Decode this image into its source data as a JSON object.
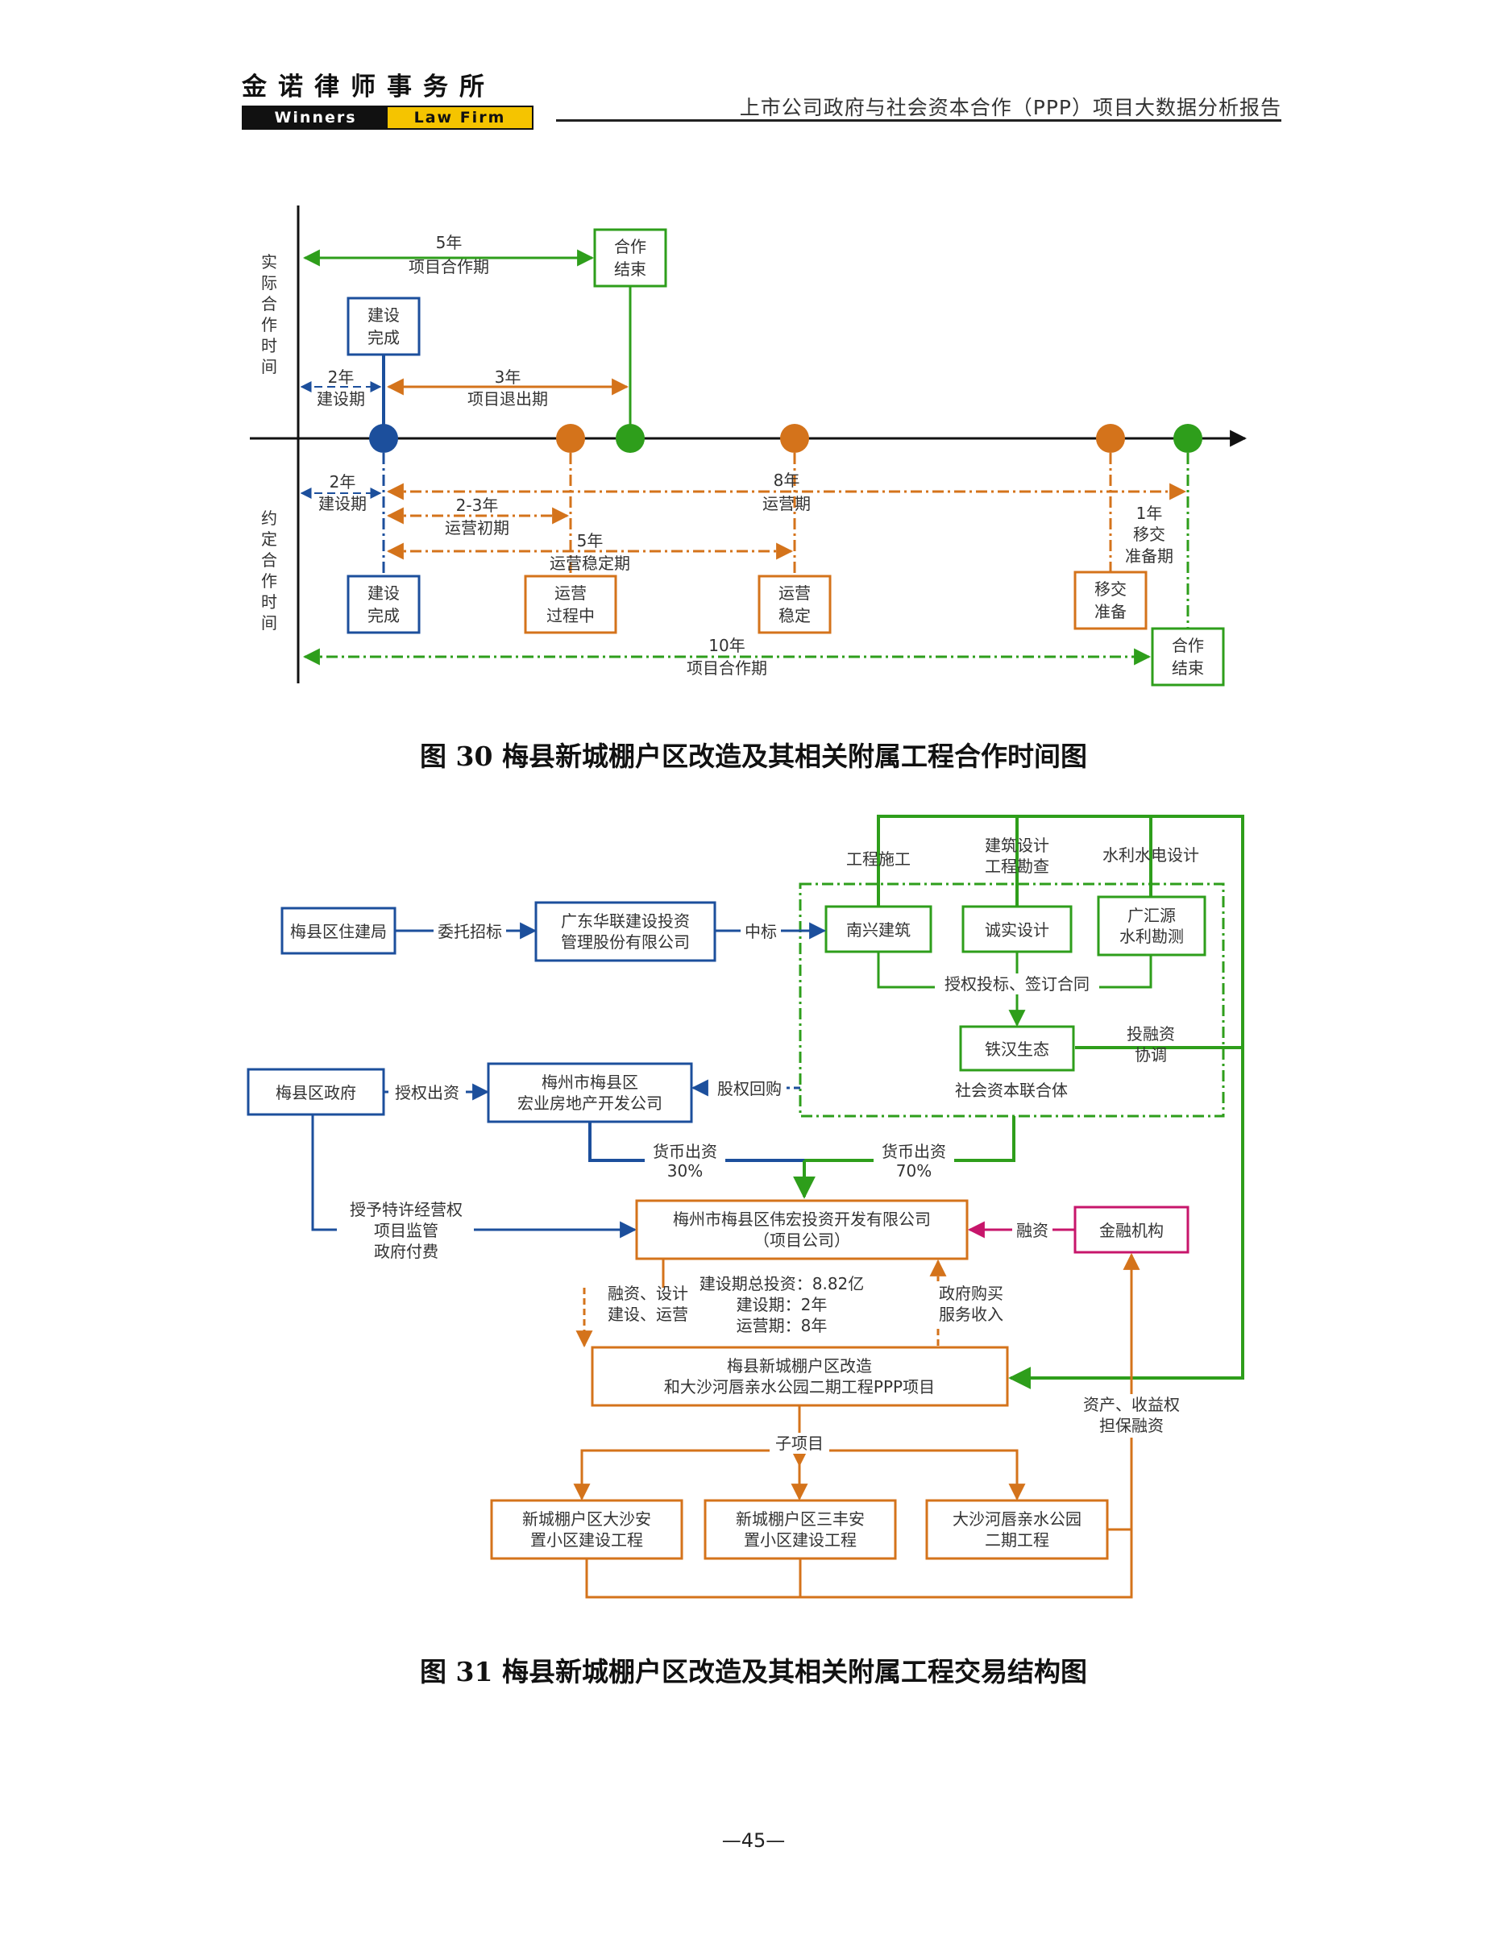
{
  "header": {
    "logo_cn": "金诺律师事务所",
    "logo_en_left": "Winners",
    "logo_en_right": "Law Firm",
    "title": "上市公司政府与社会资本合作（PPP）项目大数据分析报告"
  },
  "colors": {
    "green": "#2e9e1b",
    "orange": "#d4731b",
    "blue": "#1c4f9c",
    "magenta": "#c7166b",
    "black": "#111111"
  },
  "figure30": {
    "caption": "图 30  梅县新城棚户区改造及其相关附属工程合作时间图",
    "axis_upper": "实际合作时间",
    "axis_lower": "约定合作时间",
    "upper": {
      "coop5_a": "5年",
      "coop5_b": "项目合作期",
      "coop_end_a": "合作",
      "coop_end_b": "结束",
      "build_done_a": "建设",
      "build_done_b": "完成",
      "build2_a": "2年",
      "build2_b": "建设期",
      "exit3_a": "3年",
      "exit3_b": "项目退出期"
    },
    "lower": {
      "build2_a": "2年",
      "build2_b": "建设期",
      "op8_a": "8年",
      "op8_b": "运营期",
      "early_a": "2-3年",
      "early_b": "运营初期",
      "stable5_a": "5年",
      "stable5_b": "运营稳定期",
      "transfer1_a": "1年",
      "transfer1_b": "移交",
      "transfer1_c": "准备期",
      "box_build_a": "建设",
      "box_build_b": "完成",
      "box_process_a": "运营",
      "box_process_b": "过程中",
      "box_stable_a": "运营",
      "box_stable_b": "稳定",
      "box_transfer_a": "移交",
      "box_transfer_b": "准备",
      "box_end_a": "合作",
      "box_end_b": "结束",
      "coop10_a": "10年",
      "coop10_b": "项目合作期"
    }
  },
  "figure31": {
    "caption": "图 31  梅县新城棚户区改造及其相关附属工程交易结构图",
    "nodes": {
      "housing_bureau": "梅县区住建局",
      "huanlian_a": "广东华联建设投资",
      "huanlian_b": "管理股份有限公司",
      "nanxing": "南兴建筑",
      "chengshi": "诚实设计",
      "guanghui_a": "广汇源",
      "guanghui_b": "水利勘测",
      "tiehan": "铁汉生态",
      "consortium": "社会资本联合体",
      "gov": "梅县区政府",
      "hongye_a": "梅州市梅县区",
      "hongye_b": "宏业房地产开发公司",
      "company_a": "梅州市梅县区伟宏投资开发有限公司",
      "company_b": "（项目公司）",
      "finance": "金融机构",
      "project_a": "梅县新城棚户区改造",
      "project_b": "和大沙河唇亲水公园二期工程PPP项目",
      "sub1_a": "新城棚户区大沙安",
      "sub1_b": "置小区建设工程",
      "sub2_a": "新城棚户区三丰安",
      "sub2_b": "置小区建设工程",
      "sub3_a": "大沙河唇亲水公园",
      "sub3_b": "二期工程"
    },
    "labels": {
      "commission": "委托招标",
      "win_bid": "中标",
      "construction": "工程施工",
      "design_a": "建筑设计",
      "design_b": "工程勘查",
      "water_design": "水利水电设计",
      "authorize": "授权投标、签订合同",
      "invest_a": "投融资",
      "invest_b": "协调",
      "auth_capital": "授权出资",
      "buyback": "股权回购",
      "cash30_a": "货币出资",
      "cash30_b": "30%",
      "cash70_a": "货币出资",
      "cash70_b": "70%",
      "franchise_a": "授予特许经营权",
      "franchise_b": "项目监管",
      "franchise_c": "政府付费",
      "financing": "融资",
      "ops_a": "融资、设计",
      "ops_b": "建设、运营",
      "stats_a": "建设期总投资：8.82亿",
      "stats_b": "建设期：2年",
      "stats_c": "运营期：8年",
      "purchase_a": "政府购买",
      "purchase_b": "服务收入",
      "collateral_a": "资产、收益权",
      "collateral_b": "担保融资",
      "subproject": "子项目"
    }
  },
  "page_number": "—45—"
}
